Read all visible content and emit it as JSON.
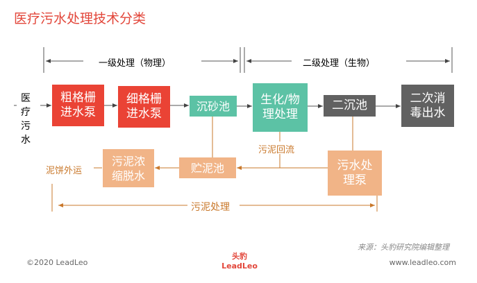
{
  "title": "医疗污水处理技术分类",
  "stages": {
    "primary": "一级处理（物理）",
    "secondary": "二级处理（生物）"
  },
  "input": "医疗污水",
  "boxes": {
    "coarse": "粗格栅进水泵",
    "fine": "细格栅进水泵",
    "grit": "沉砂池",
    "bio": "生化/物理处理",
    "clarifier": "二沉池",
    "disinfect": "二次消毒出水",
    "sludge_tank": "贮泥池",
    "dewater": "污泥浓缩脱水",
    "pump": "污水处理泵"
  },
  "labels": {
    "return": "污泥回流",
    "cake": "泥饼外运",
    "sludge": "污泥处理"
  },
  "source": "来源：头豹研究院编辑整理",
  "footer": {
    "copyright": "©2020 LeadLeo",
    "logo": "头豹 LeadLeo",
    "url": "www.leadleo.com"
  },
  "colors": {
    "red": "#ea4335",
    "teal": "#5cc2a5",
    "gray": "#616161",
    "peach": "#f1b487"
  }
}
